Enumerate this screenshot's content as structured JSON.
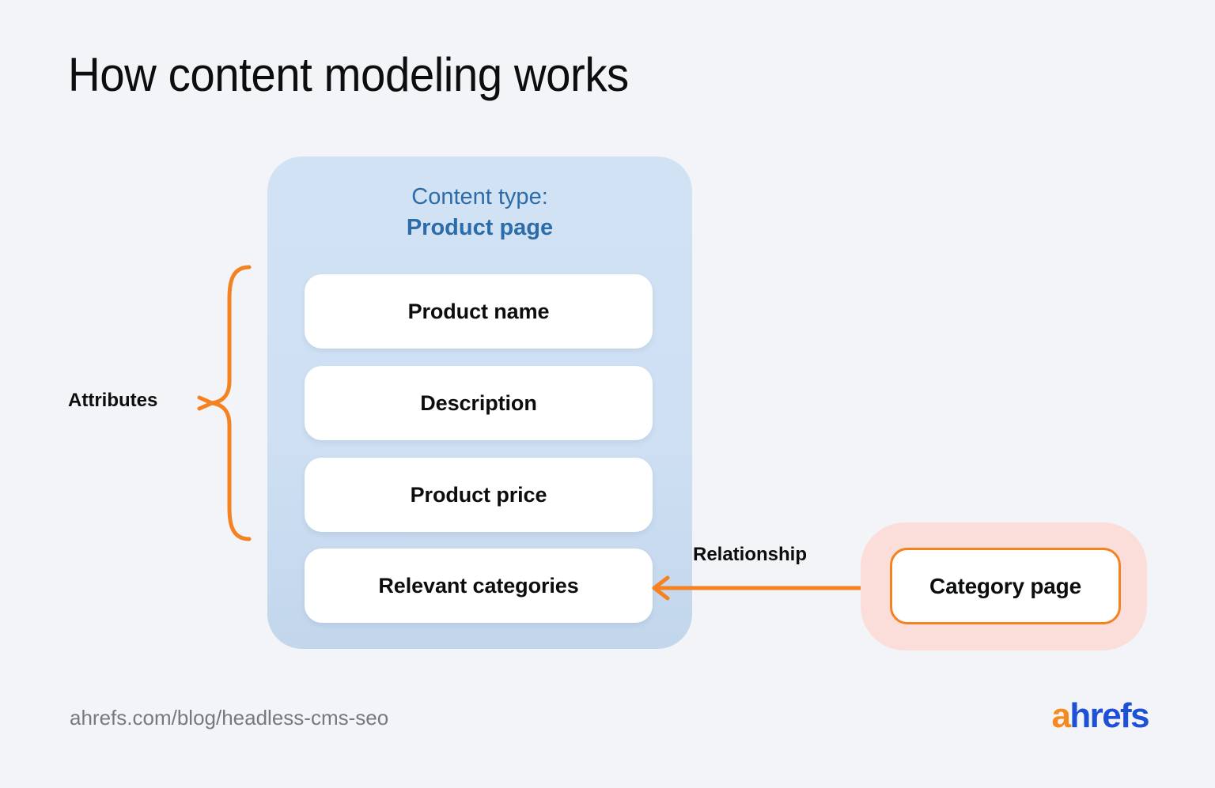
{
  "page": {
    "title": "How content modeling works",
    "background_color": "#F2F4F7"
  },
  "content_type": {
    "label": "Content type:",
    "value": "Product page",
    "container_color": "#CFE0F3",
    "text_color": "#2C6CA8",
    "attributes": [
      {
        "label": "Product name"
      },
      {
        "label": "Description"
      },
      {
        "label": "Product price"
      },
      {
        "label": "Relevant categories"
      }
    ]
  },
  "annotations": {
    "attributes_label": "Attributes",
    "attributes_brace_icon": "curly-brace-icon",
    "relationship_label": "Relationship",
    "relationship_arrow_icon": "double-headed-arrow-icon",
    "accent_color": "#F58220"
  },
  "category": {
    "label": "Category page",
    "container_color": "#FBDEDA",
    "border_color": "#F58220"
  },
  "footer": {
    "url": "ahrefs.com/blog/headless-cms-seo",
    "url_color": "#76797E",
    "logo": {
      "first_letter": "a",
      "rest": "hrefs",
      "first_letter_color": "#F68A1E",
      "rest_color": "#1F51D6"
    }
  }
}
